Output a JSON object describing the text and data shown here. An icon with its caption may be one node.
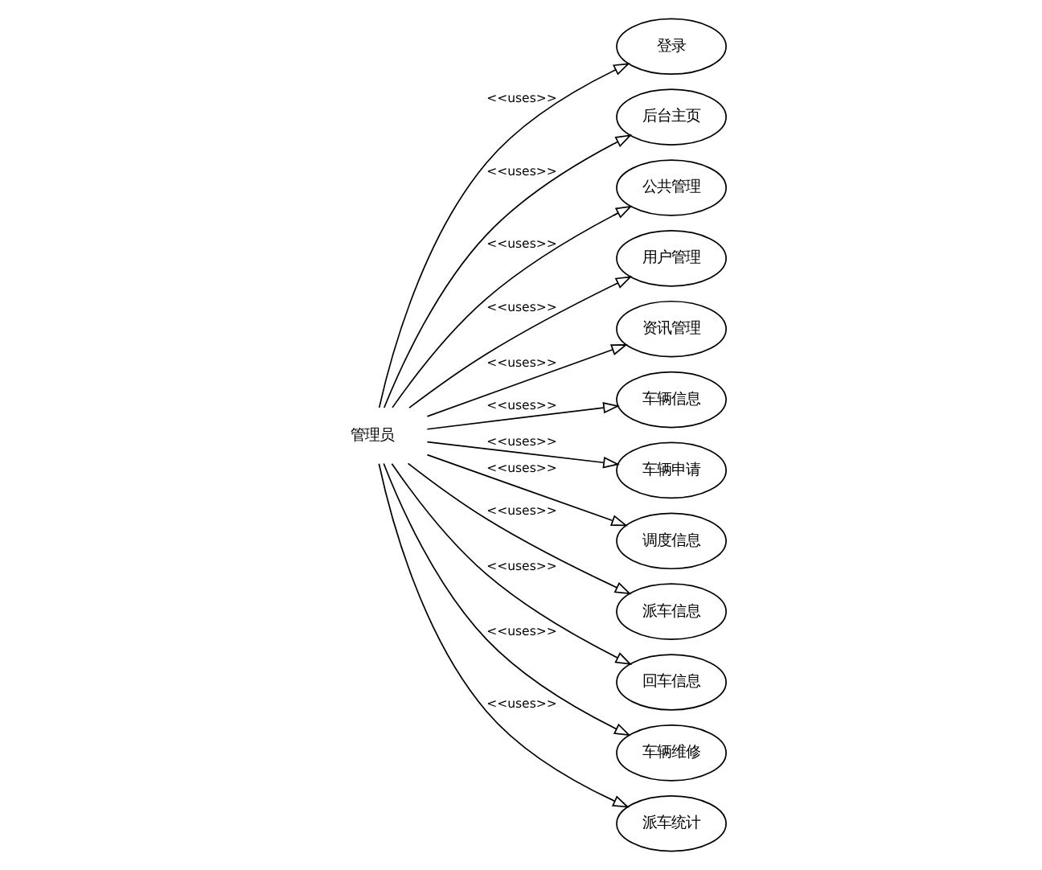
{
  "diagram": {
    "nodes": [
      {
        "text": [
          "管理员"
        ]
      },
      {
        "text": [
          "登录"
        ]
      },
      {
        "text": [
          "后台主页"
        ]
      },
      {
        "text": [
          "公共管理"
        ]
      },
      {
        "text": [
          "用户管理"
        ]
      },
      {
        "text": [
          "资讯管理"
        ]
      },
      {
        "text": [
          "车辆信息"
        ]
      },
      {
        "text": [
          "车辆申请"
        ]
      },
      {
        "text": [
          "调度信息"
        ]
      },
      {
        "text": [
          "派车信息"
        ]
      },
      {
        "text": [
          "回车信息"
        ]
      },
      {
        "text": [
          "车辆维修"
        ]
      },
      {
        "text": [
          "派车统计"
        ]
      }
    ],
    "edges": [
      {
        "from": 0,
        "to": 1,
        "arrow": "to",
        "label": "<<uses>>"
      },
      {
        "from": 0,
        "to": 2,
        "arrow": "to",
        "label": "<<uses>>"
      },
      {
        "from": 0,
        "to": 3,
        "arrow": "to",
        "label": "<<uses>>"
      },
      {
        "from": 0,
        "to": 4,
        "arrow": "to",
        "label": "<<uses>>"
      },
      {
        "from": 0,
        "to": 5,
        "arrow": "to",
        "label": "<<uses>>"
      },
      {
        "from": 0,
        "to": 6,
        "arrow": "to",
        "label": "<<uses>>"
      },
      {
        "from": 0,
        "to": 7,
        "arrow": "to",
        "label": "<<uses>>"
      },
      {
        "from": 0,
        "to": 8,
        "arrow": "to",
        "label": "<<uses>>"
      },
      {
        "from": 0,
        "to": 9,
        "arrow": "to",
        "label": "<<uses>>"
      },
      {
        "from": 0,
        "to": 10,
        "arrow": "to",
        "label": "<<uses>>"
      },
      {
        "from": 0,
        "to": 11,
        "arrow": "to",
        "label": "<<uses>>"
      },
      {
        "from": 0,
        "to": 12,
        "arrow": "to",
        "label": "<<uses>>"
      }
    ]
  }
}
